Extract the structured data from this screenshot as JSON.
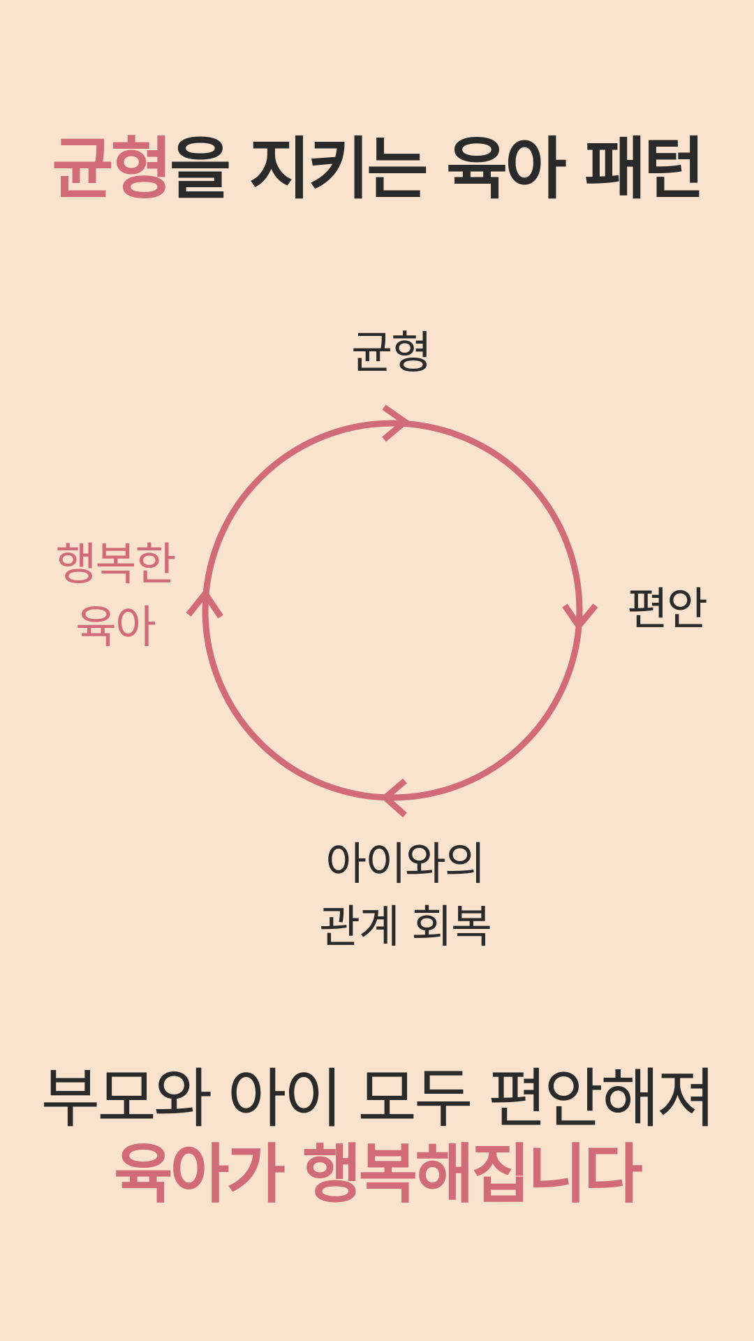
{
  "title": {
    "highlight": "균형",
    "rest": "을 지키는 육아 패턴"
  },
  "cycle": {
    "nodes": {
      "top": "균형",
      "right": "편안",
      "bottom": [
        "아이와의",
        "관계 회복"
      ],
      "left": [
        "행복한",
        "육아"
      ]
    },
    "direction": "clockwise"
  },
  "closing": {
    "line1": "부모와 아이 모두 편안해져",
    "line2": "육아가 행복해집니다"
  },
  "colors": {
    "background": "#f9e3cf",
    "accent": "#d26b78",
    "text": "#2a2a2a"
  }
}
